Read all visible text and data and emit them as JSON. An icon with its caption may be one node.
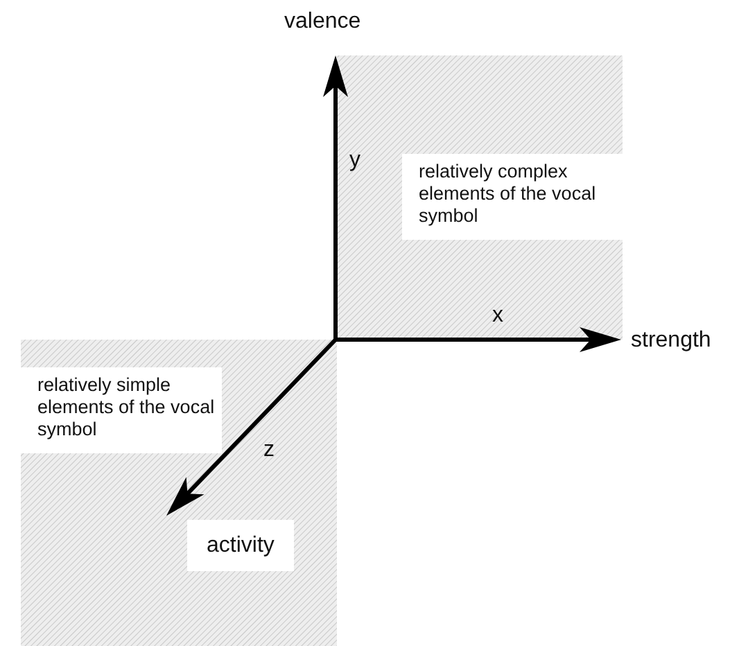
{
  "diagram": {
    "labels": [
      "valence",
      "y",
      "relatively complex elements of the vocal symbol",
      "x",
      "strength",
      "relatively simple elements of the vocal symbol",
      "z",
      "activity"
    ]
  }
}
